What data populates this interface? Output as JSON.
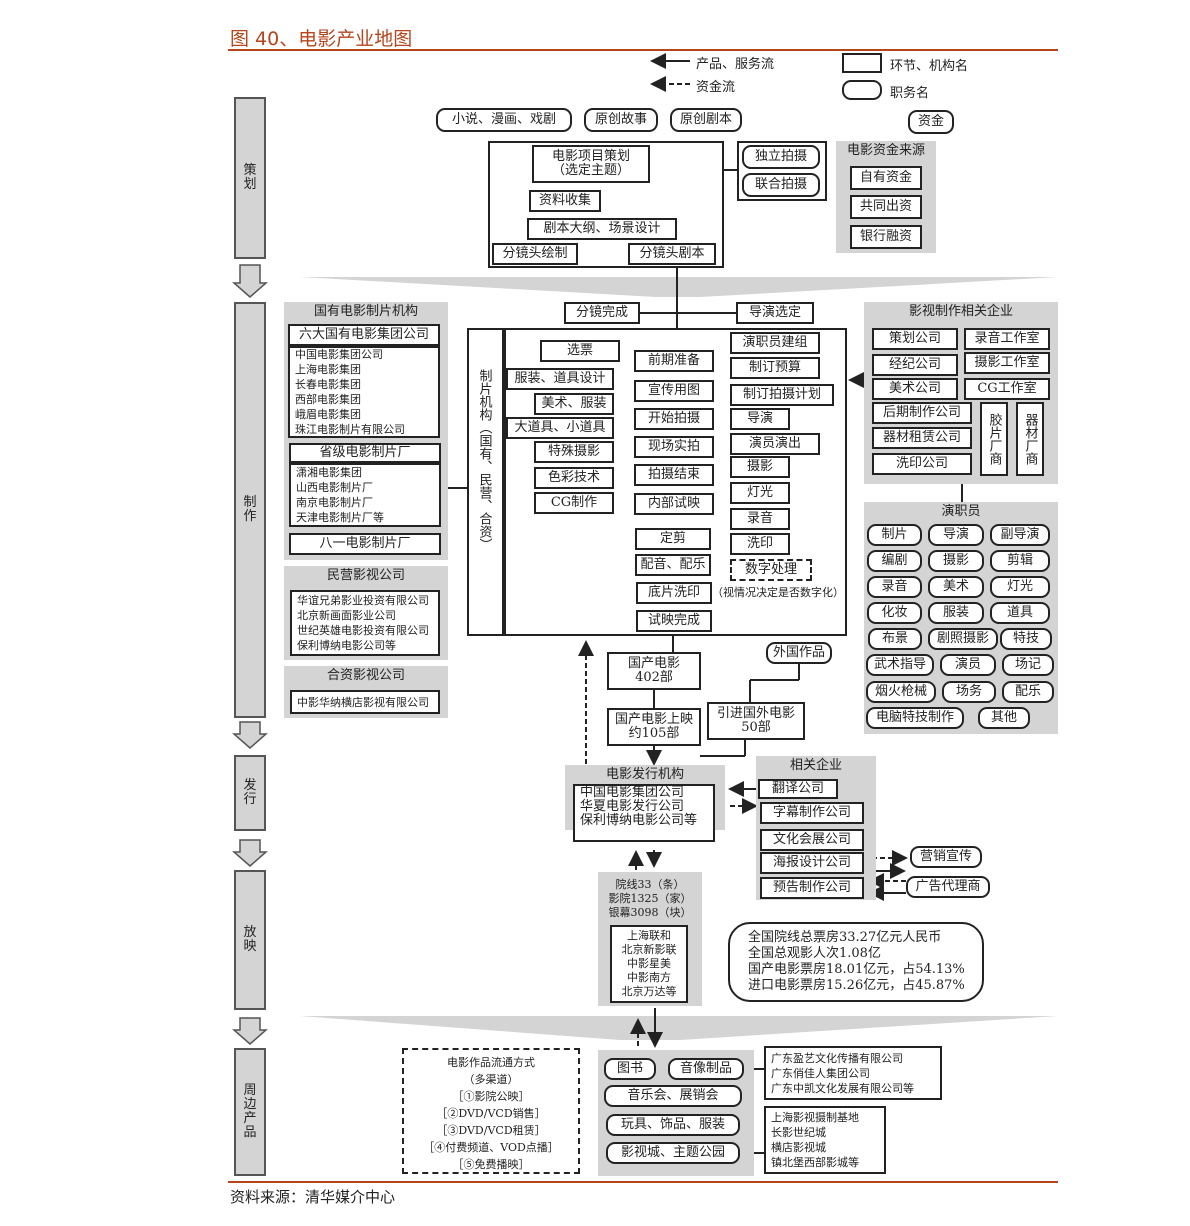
{
  "title": "图 40、电影产业地图",
  "source": "资料来源：清华媒介中心",
  "colors": {
    "accent": "#b5451b",
    "panel": "#d4d4d4"
  },
  "legend": {
    "product_flow": "产品、服务流",
    "money_flow": "资金流",
    "node": "环节、机构名",
    "role": "职务名"
  },
  "stages": [
    "策\n划",
    "制\n作",
    "发\n行",
    "放\n映",
    "周\n边\n产\n品"
  ],
  "nodes": {
    "src1": "小说、漫画、戏剧",
    "src2": "原创故事",
    "src3": "原创剧本",
    "fund": "资金",
    "plan": "电影项目策划\n（选定主题）",
    "collect": "资料收集",
    "outline": "剧本大纲、场景设计",
    "storyboard_draw": "分镜头绘制",
    "storyboard_script": "分镜头剧本",
    "indep": "独立拍摄",
    "joint": "联合拍摄",
    "fund_src": "电影资金来源",
    "own": "自有资金",
    "co": "共同出资",
    "bank": "银行融资",
    "sb_done": "分镜完成",
    "dir_sel": "导演选定",
    "maker": "制片机构（国有、民营、合资）",
    "l1": "选票",
    "l2": "服装、道具设计",
    "l3": "美术、服装",
    "l4": "大道具、小道具",
    "l5": "特殊摄影",
    "l6": "色彩技术",
    "l7": "CG制作",
    "m1": "前期准备",
    "m2": "宣传用图",
    "m3": "开始拍摄",
    "m4": "现场实拍",
    "m5": "拍摄结束",
    "m6": "内部试映",
    "m7": "定剪",
    "m8": "配音、配乐",
    "m9": "底片洗印",
    "m10": "试映完成",
    "r1": "演职员建组",
    "r2": "制订预算",
    "r3": "制订拍摄计划",
    "r4": "导演",
    "r5": "演员演出",
    "r6": "摄影",
    "r7": "灯光",
    "r8": "录音",
    "r9": "洗印",
    "r10": "数字处理",
    "r_note": "（视情况决定是否数字化）",
    "state": "国有电影制片机构",
    "six": "六大国有电影集团公司",
    "six_list": "中国电影集团公司\n上海电影集团\n长春电影集团\n西部电影集团\n峨眉电影集团\n珠江电影制片有限公司",
    "prov": "省级电影制片厂",
    "prov_list": "潇湘电影集团\n山西电影制片厂\n南京电影制片厂\n天津电影制片厂等",
    "bayi": "八一电影制片厂",
    "private": "民营影视公司",
    "private_list": "华谊兄弟影业投资有限公司\n北京新画面影业公司\n世纪英雄电影投资有限公司\n保利博纳电影公司等",
    "jv": "合资影视公司",
    "jv_list": "中影华纳横店影视有限公司",
    "rel": "影视制作相关企业",
    "c1": "策划公司",
    "c2": "录音工作室",
    "c3": "经纪公司",
    "c4": "摄影工作室",
    "c5": "美术公司",
    "c6": "CG工作室",
    "c7": "后期制作公司",
    "c8": "器材租赁公司",
    "c9": "洗印公司",
    "c10": "胶片厂商",
    "c11": "器材厂商",
    "crew": "演职员",
    "p1": "制片",
    "p2": "导演",
    "p3": "副导演",
    "p4": "编剧",
    "p5": "摄影",
    "p6": "剪辑",
    "p7": "录音",
    "p8": "美术",
    "p9": "灯光",
    "p10": "化妆",
    "p11": "服装",
    "p12": "道具",
    "p13": "布景",
    "p14": "剧照摄影",
    "p15": "特技",
    "p16": "武术指导",
    "p17": "演员",
    "p18": "场记",
    "p19": "烟火枪械",
    "p20": "场务",
    "p21": "配乐",
    "p22": "电脑特技制作",
    "p23": "其他",
    "dom": "国产电影\n402部",
    "foreign": "外国作品",
    "dom_rel": "国产电影上映\n约105部",
    "imp": "引进国外电影\n50部",
    "dist": "电影发行机构",
    "dist_list": "中国电影集团公司\n华夏电影发行公司\n保利博纳电影公司等",
    "relco": "相关企业",
    "e1": "翻译公司",
    "e2": "字幕制作公司",
    "e3": "文化会展公司",
    "e4": "海报设计公司",
    "e5": "预告制作公司",
    "mkt": "营销宣传",
    "ad": "广告代理商",
    "cinema": "院线33（条）\n影院1325（家）\n银幕3098（块）",
    "cinema_list": "上海联和\n北京新影联\n中影星美\n中影南方\n北京万达等",
    "stats": "全国院线总票房33.27亿元人民币\n全国总观影人次1.08亿\n国产电影票房18.01亿元，占54.13%\n进口电影票房15.26亿元，占45.87%",
    "channels": "电影作品流通方式\n（多渠道）\n［①影院公映］\n［②DVD/VCD销售］\n［③DVD/VCD租赁］\n［④付费频道、VOD点播］\n［⑤免费播映］",
    "s1": "图书",
    "s2": "音像制品",
    "s3": "音乐会、展销会",
    "s4": "玩具、饰品、服装",
    "s5": "影视城、主题公园",
    "av_cos": "广东盈艺文化传播有限公司\n广东俏佳人集团公司\n广东中凯文化发展有限公司等",
    "parks": "上海影视摄制基地\n长影世纪城\n横店影视城\n镇北堡西部影城等"
  }
}
